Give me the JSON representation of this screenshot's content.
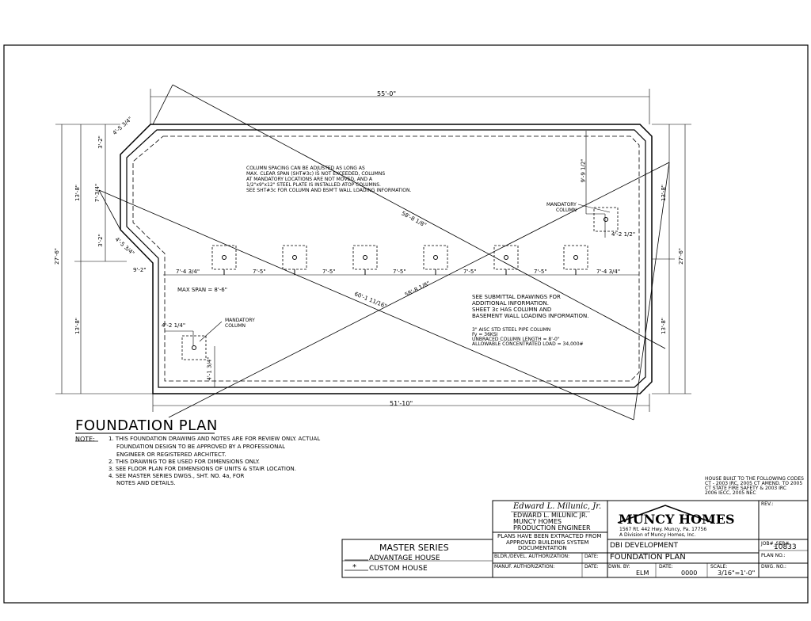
{
  "plan": {
    "overall_width": "55'-0\"",
    "bottom_width": "51'-10\"",
    "overall_depth_left": "27'-6\"",
    "overall_depth_right": "27'-6\"",
    "left_upper": "13'-8\"",
    "left_lower": "13'-8\"",
    "right_upper": "13'-8\"",
    "right_lower": "13'-8\"",
    "left_3_2a": "3'-2\"",
    "left_3_2b": "3'-2\"",
    "left_7_3_4": "7'-3/4\"",
    "chamfer_top": "4'-5 3/4\"",
    "chamfer_bottom": "4'-5 3/4\"",
    "notch": "9'-2\"",
    "diag_1": "58'-8 1/8\"",
    "diag_2": "58'-8 1/8\"",
    "diag_3": "60'-1 11/16\"",
    "right_9_1_2": "9'-9 1/2\"",
    "right_4_2_1_2": "4'-2 1/2\"",
    "left_4_2_1_4": "4'-2 1/4\"",
    "left_4_1_3_4": "4'-1 3/4\"",
    "spans": [
      "7'-4 3/4\"",
      "7'-5\"",
      "7'-5\"",
      "7'-5\"",
      "7'-5\"",
      "7'-5\"",
      "7'-4 3/4\""
    ],
    "max_span": "MAX SPAN = 8'-6\"",
    "mandatory_label": "MANDATORY",
    "mandatory_label2": "COLUMN",
    "note_top": [
      "COLUMN SPACING CAN BE ADJUSTED AS LONG AS",
      "MAX. CLEAR SPAN (SHT#3c) IS NOT EXCEEDED, COLUMNS",
      "AT MANDATORY LOCATIONS ARE NOT MOVED, AND A",
      "1/2\"x9\"x12\" STEEL PLATE IS INSTALLED ATOP COLUMNS.",
      "SEE SHT#3c FOR COLUMN AND BSM'T WALL LOADING INFORMATION."
    ],
    "note_submittal": [
      "SEE SUBMITTAL DRAWINGS FOR",
      "ADDITIONAL INFORMATION.",
      "SHEET 3c HAS COLUMN AND",
      "BASEMENT WALL LOADING INFORMATION."
    ],
    "note_column": [
      "3\" AISC STD STEEL PIPE COLUMN",
      "Fy = 36KSI",
      "UNBRACED COLUMN LENGTH = 8'-0\"",
      "ALLOWABLE CONCENTRATED LOAD = 34,000#"
    ]
  },
  "foundation": {
    "title": "FOUNDATION PLAN",
    "note_label": "NOTE:",
    "notes": [
      "1. THIS FOUNDATION DRAWING AND NOTES ARE FOR REVIEW ONLY.  ACTUAL",
      "FOUNDATION DESIGN TO BE APPROVED BY A PROFESSIONAL",
      "ENGINEER OR REGISTERED ARCHITECT.",
      "2. THIS DRAWING TO BE USED FOR DIMENSIONS ONLY.",
      "3. SEE FLOOR PLAN FOR DIMENSIONS OF UNITS & STAIR LOCATION.",
      "4. SEE MASTER SERIES DWGS., SHT. NO. 4a, FOR",
      "NOTES AND DETAILS."
    ]
  },
  "codes": [
    "HOUSE BUILT TO THE FOLLOWING CODES",
    "CT - 2003 IRC, 2005 CT AMEND. TO 2005",
    "CT STATE FIRE SAFETY & 2003 IRC",
    "2006 IECC, 2005 NEC"
  ],
  "series": {
    "title": "MASTER SERIES",
    "advantage": "ADVANTAGE HOUSE",
    "custom_mark": "*",
    "custom": "CUSTOM HOUSE"
  },
  "engineer": {
    "signature": "Edward L. Milunic, Jr.",
    "name": "EDWARD L. MILUNIC JR.",
    "company": "MUNCY HOMES",
    "role": "PRODUCTION ENGINEER",
    "extracted": [
      "PLANS HAVE BEEN EXTRACTED FROM",
      "APPROVED BUILDING SYSTEM",
      "DOCUMENTATION"
    ],
    "bldr_label": "BLDR./DEVEL. AUTHORIZATION:",
    "manuf_label": "MANUF. AUTHORIZATION:",
    "date_label": "DATE:"
  },
  "company": {
    "logo": "MUNCY HOMES",
    "address": "1567 Rt. 442 Hwy.         Muncy, Pa. 17756",
    "division": "A Division of Muncy Homes, Inc."
  },
  "titleblock": {
    "rev_label": "REV.:",
    "project": "DBI DEVELOPMENT",
    "job_label": "JOB#_SER#",
    "job_value": "10833",
    "sheet_title": "FOUNDATION PLAN",
    "plan_label": "PLAN NO.:",
    "dwn_label": "DWN. BY:",
    "dwn_value": "ELM",
    "date_label": "DATE:",
    "date_value": "0000",
    "scale_label": "SCALE:",
    "scale_value": "3/16\"=1'-0\"",
    "dwg_label": "DWG. NO.:"
  }
}
